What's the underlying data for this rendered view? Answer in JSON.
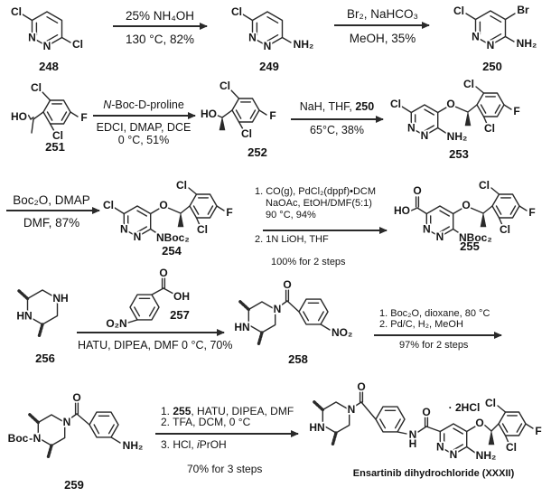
{
  "colors": {
    "ink": "#2a2a2a",
    "background": "#ffffff"
  },
  "atoms": {
    "cl": "Cl",
    "br": "Br",
    "f": "F",
    "n": "N",
    "h": "H",
    "o": "O",
    "ho": "HO",
    "oh": "OH",
    "nh": "NH",
    "hn": "HN",
    "nh2": "NH₂",
    "no2": "NO₂",
    "o2n": "O₂N",
    "nboc2": "NBoc₂",
    "boc": "Boc"
  },
  "compounds": {
    "c248": "248",
    "c249": "249",
    "c250": "250",
    "c251": "251",
    "c252": "252",
    "c253": "253",
    "c254": "254",
    "c255": "255",
    "c256": "256",
    "c257": "257",
    "c258": "258",
    "c259": "259",
    "final_name": "Ensartinib dihydrochloride (XXXII)",
    "salt": "· 2HCl"
  },
  "steps": {
    "s1": {
      "above": "25% NH₄OH",
      "below": "130 °C, 82%"
    },
    "s2": {
      "above": "Br₂, NaHCO₃",
      "below": "MeOH, 35%"
    },
    "s3": {
      "above": "N-Boc-D-proline",
      "below1": "EDCI, DMAP, DCE",
      "below2": "0 °C, 51%"
    },
    "s4": {
      "above_pre": "NaH, THF, ",
      "above_bold": "250",
      "below": "65°C, 38%"
    },
    "s5": {
      "above": "Boc₂O, DMAP",
      "below": "DMF, 87%"
    },
    "s6": {
      "above1": "1. CO(g), PdCl₂(dppf)•DCM",
      "above2": "NaOAc, EtOH/DMF(5:1)",
      "above3": "90 °C, 94%",
      "below1": "2. 1N LiOH, THF",
      "below2": "100% for 2 steps"
    },
    "s7": {
      "below": "HATU, DIPEA, DMF 0 °C, 70%"
    },
    "s8": {
      "above1": "1. Boc₂O, dioxane, 80 °C",
      "above2": "2. Pd/C, H₂, MeOH",
      "below": "97% for 2 steps"
    },
    "s9": {
      "above1_pre": "1. ",
      "above1_bold": "255",
      "above1_post": ", HATU, DIPEA, DMF",
      "above2": "2. TFA, DCM, 0 °C",
      "below1_pre": "3. HCl, ",
      "below1_it": "i",
      "below1_post": "PrOH",
      "below2": "70% for 3 steps"
    }
  }
}
